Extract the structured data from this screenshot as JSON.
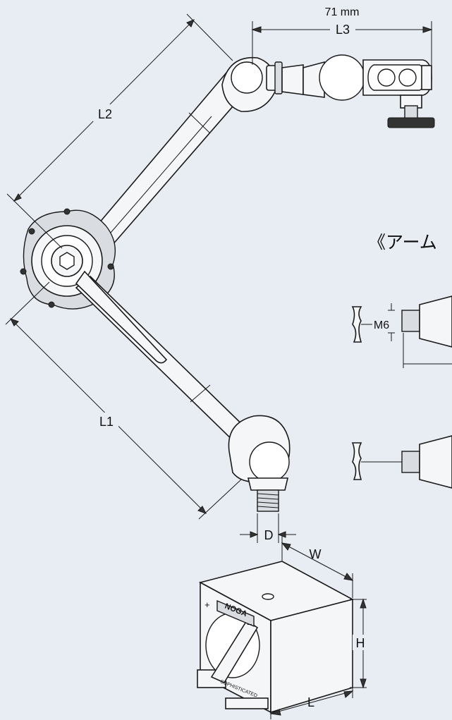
{
  "labels": {
    "l3_value": "71 mm",
    "l3": "L3",
    "l2": "L2",
    "l1": "L1",
    "d": "D",
    "m6": "M6",
    "w": "W",
    "h": "H",
    "l": "L",
    "arm_heading": "《アーム"
  },
  "base_logo": {
    "brand": "NOGA",
    "sub": "SOPHISTICATED",
    "plus": "+",
    "minus": "−"
  },
  "colors": {
    "background": "#e8edf3",
    "line": "#1a1a1a"
  }
}
